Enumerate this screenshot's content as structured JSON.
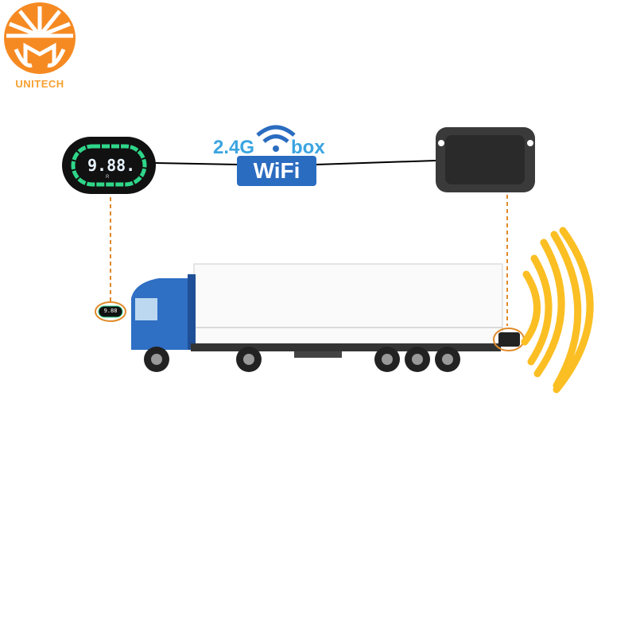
{
  "brand": {
    "name": "UNITECH",
    "color": "#f58220"
  },
  "display": {
    "reading": "9.88.",
    "sub_label": "R"
  },
  "wifi": {
    "band": "2.4G",
    "suffix": "box",
    "word": "WiFi"
  },
  "small_display": {
    "reading": "9.88"
  },
  "colors": {
    "connector_line": "#e08a2a",
    "signal": "#fbbf24",
    "truck_cab": "#2f6fc4"
  }
}
